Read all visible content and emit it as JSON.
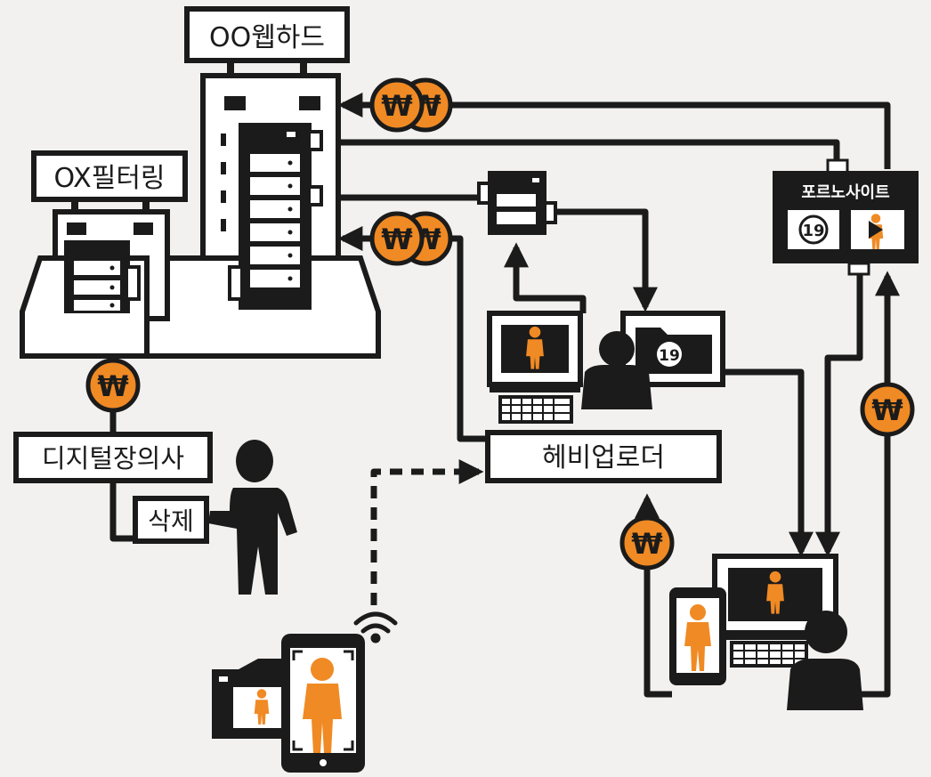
{
  "labels": {
    "webhard": "OO웹하드",
    "filtering": "OX필터링",
    "porn_site": "포르노사이트",
    "heavy_uploader": "헤비업로더",
    "digital_undertaker": "디지털장의사",
    "delete": "삭제",
    "age_19": "19",
    "won": "₩"
  },
  "colors": {
    "background": "#f2f1ef",
    "ink": "#1b1b1b",
    "accent": "#f08a24",
    "white": "#ffffff"
  },
  "icons": [
    "won-coin-icon",
    "server-icon",
    "person-icon",
    "monitor-icon",
    "keyboard-icon",
    "folder-icon",
    "smartphone-icon",
    "camera-icon",
    "wifi-icon",
    "play-icon",
    "age-19-icon"
  ]
}
